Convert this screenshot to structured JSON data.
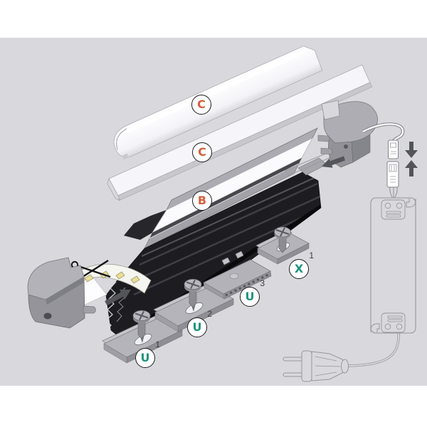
{
  "diagram": {
    "kind": "LED aluminium profile exploded assembly diagram",
    "background": "#d9d9dd",
    "margin_color": "#ffffff"
  },
  "palette": {
    "label_letter_orange": "#d2603c",
    "label_letter_teal": "#1f957f",
    "label_circle_border": "#1d1d1f",
    "label_circle_fill": "#ffffff",
    "superscript_color": "#3a3a40",
    "metal_gray": "#b2b2b8",
    "profile_dark": "#1c1c21",
    "outline_gray": "#96969c",
    "arrow_color": "#54555b",
    "led_chip_yellow": "#e8de96"
  },
  "labels": {
    "cover_round": {
      "letter": "C"
    },
    "cover_flat": {
      "letter": "C"
    },
    "profile_base": {
      "letter": "B"
    },
    "clip_u1": {
      "letter": "U",
      "superscript": "1"
    },
    "clip_u2": {
      "letter": "U",
      "superscript": "2"
    },
    "clip_u3": {
      "letter": "U",
      "superscript": "3"
    },
    "clip_x1": {
      "letter": "X",
      "superscript": "1"
    }
  }
}
